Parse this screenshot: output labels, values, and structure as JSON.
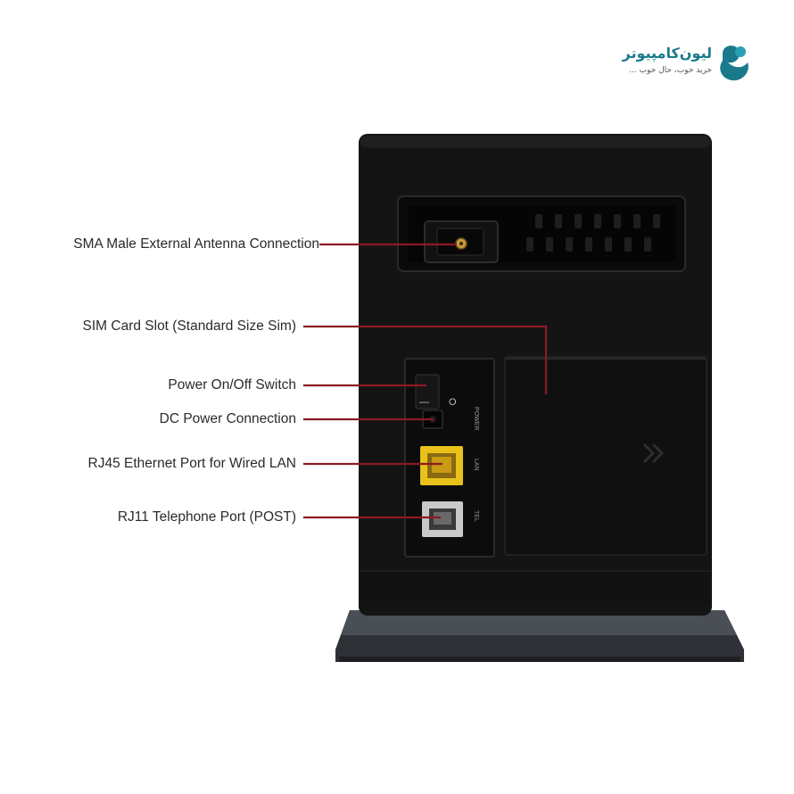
{
  "brand": {
    "name": "لیون‌کامپیوتر",
    "tagline": "خرید خوب، حال خوب ...",
    "colors": {
      "primary": "#1a7a8c",
      "accent": "#2aa0b4"
    }
  },
  "device": {
    "port_labels": {
      "power": "POWER",
      "lan": "LAN",
      "tel": "TEL"
    },
    "switch_marks": {
      "on": "—",
      "off": "O"
    }
  },
  "callouts": [
    {
      "id": "sma",
      "text": "SMA Male External Antenna Connection"
    },
    {
      "id": "sim",
      "text": "SIM Card Slot (Standard Size Sim)"
    },
    {
      "id": "power-switch",
      "text": "Power On/Off Switch"
    },
    {
      "id": "dc-power",
      "text": "DC Power Connection"
    },
    {
      "id": "rj45",
      "text": "RJ45 Ethernet Port for Wired LAN"
    },
    {
      "id": "rj11",
      "text": "RJ11 Telephone Port (POST)"
    }
  ],
  "colors": {
    "leader_line": "#8b1a24",
    "device_body": "#141414",
    "lan_port": "#e8c21a",
    "tel_port": "#c9c9c9"
  }
}
